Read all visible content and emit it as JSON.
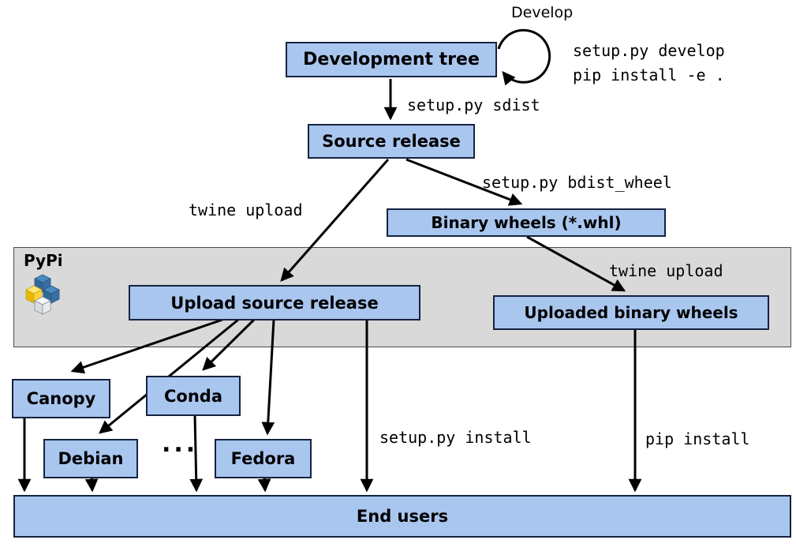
{
  "nodes": {
    "development_tree": "Development tree",
    "source_release": "Source release",
    "binary_wheels": "Binary wheels (*.whl)",
    "upload_source_release": "Upload source release",
    "uploaded_binary_wheels": "Uploaded binary wheels",
    "canopy": "Canopy",
    "conda": "Conda",
    "debian": "Debian",
    "fedora": "Fedora",
    "end_users": "End users"
  },
  "labels": {
    "develop": "Develop",
    "develop_cmd_1": "setup.py develop",
    "develop_cmd_2": "pip install -e .",
    "sdist": "setup.py sdist",
    "twine_upload_source": "twine upload",
    "bdist_wheel": "setup.py bdist_wheel",
    "twine_upload_wheels": "twine upload",
    "setup_install": "setup.py install",
    "pip_install": "pip install",
    "pypi": "PyPi",
    "ellipsis": "..."
  },
  "edges": [
    {
      "from": "Development tree",
      "to": "Development tree",
      "label": "Develop (setup.py develop / pip install -e .)"
    },
    {
      "from": "Development tree",
      "to": "Source release",
      "label": "setup.py sdist"
    },
    {
      "from": "Source release",
      "to": "Upload source release",
      "label": "twine upload"
    },
    {
      "from": "Source release",
      "to": "Binary wheels (*.whl)",
      "label": "setup.py bdist_wheel"
    },
    {
      "from": "Binary wheels (*.whl)",
      "to": "Uploaded binary wheels",
      "label": "twine upload"
    },
    {
      "from": "Upload source release",
      "to": "Canopy",
      "label": ""
    },
    {
      "from": "Upload source release",
      "to": "Conda",
      "label": ""
    },
    {
      "from": "Upload source release",
      "to": "Debian",
      "label": ""
    },
    {
      "from": "Upload source release",
      "to": "Fedora",
      "label": ""
    },
    {
      "from": "Upload source release",
      "to": "End users",
      "label": "setup.py install"
    },
    {
      "from": "Uploaded binary wheels",
      "to": "End users",
      "label": "pip install"
    },
    {
      "from": "Canopy",
      "to": "End users",
      "label": ""
    },
    {
      "from": "Conda",
      "to": "End users",
      "label": ""
    },
    {
      "from": "Debian",
      "to": "End users",
      "label": ""
    },
    {
      "from": "Fedora",
      "to": "End users",
      "label": ""
    }
  ],
  "colors": {
    "node_fill": "#a9c6ef",
    "node_border": "#15233f",
    "band_fill": "#d9d9d9",
    "arrow": "#000000",
    "pypi_blue": "#3b6ea5",
    "pypi_blue_dark": "#306998",
    "pypi_blue_light": "#4b8bbe",
    "pypi_yellow": "#ffd43b",
    "pypi_yellow_light": "#ffe873"
  }
}
